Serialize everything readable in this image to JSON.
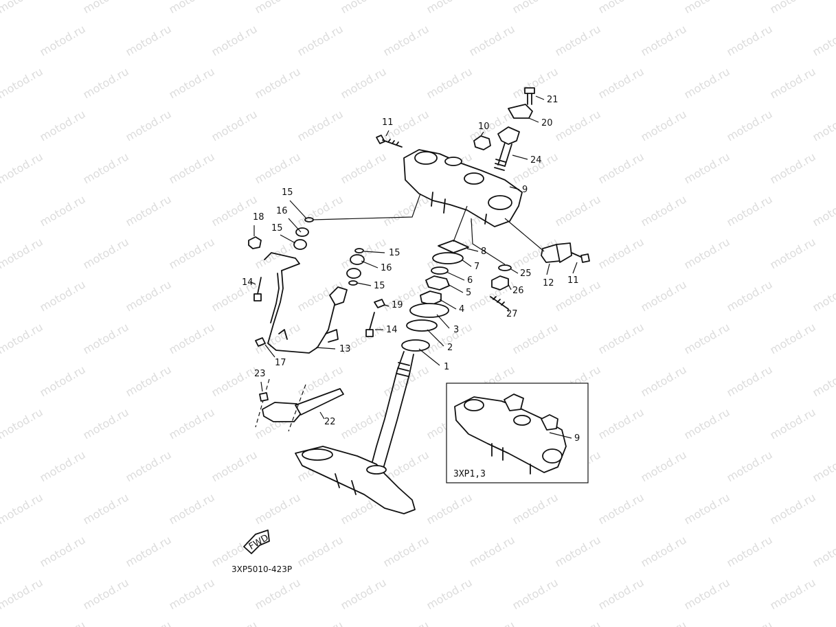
{
  "watermark": {
    "text": "motod.ru",
    "color": "#dcdcdc"
  },
  "diagram_code": "3XP5010-423P",
  "fwd_label": "FWD",
  "inset": {
    "label": "3XP1,3",
    "callout": "9"
  },
  "callouts": [
    {
      "id": "c1",
      "text": "1"
    },
    {
      "id": "c2",
      "text": "2"
    },
    {
      "id": "c3",
      "text": "3"
    },
    {
      "id": "c4",
      "text": "4"
    },
    {
      "id": "c5",
      "text": "5"
    },
    {
      "id": "c6",
      "text": "6"
    },
    {
      "id": "c7",
      "text": "7"
    },
    {
      "id": "c8",
      "text": "8"
    },
    {
      "id": "c9",
      "text": "9"
    },
    {
      "id": "c10",
      "text": "10"
    },
    {
      "id": "c11a",
      "text": "11"
    },
    {
      "id": "c11b",
      "text": "11"
    },
    {
      "id": "c12",
      "text": "12"
    },
    {
      "id": "c13",
      "text": "13"
    },
    {
      "id": "c14a",
      "text": "14"
    },
    {
      "id": "c14b",
      "text": "14"
    },
    {
      "id": "c15a",
      "text": "15"
    },
    {
      "id": "c15b",
      "text": "15"
    },
    {
      "id": "c15c",
      "text": "15"
    },
    {
      "id": "c15d",
      "text": "15"
    },
    {
      "id": "c16a",
      "text": "16"
    },
    {
      "id": "c16b",
      "text": "16"
    },
    {
      "id": "c17",
      "text": "17"
    },
    {
      "id": "c18",
      "text": "18"
    },
    {
      "id": "c19",
      "text": "19"
    },
    {
      "id": "c20",
      "text": "20"
    },
    {
      "id": "c21",
      "text": "21"
    },
    {
      "id": "c22",
      "text": "22"
    },
    {
      "id": "c23",
      "text": "23"
    },
    {
      "id": "c24",
      "text": "24"
    },
    {
      "id": "c25",
      "text": "25"
    },
    {
      "id": "c26",
      "text": "26"
    },
    {
      "id": "c27",
      "text": "27"
    }
  ]
}
